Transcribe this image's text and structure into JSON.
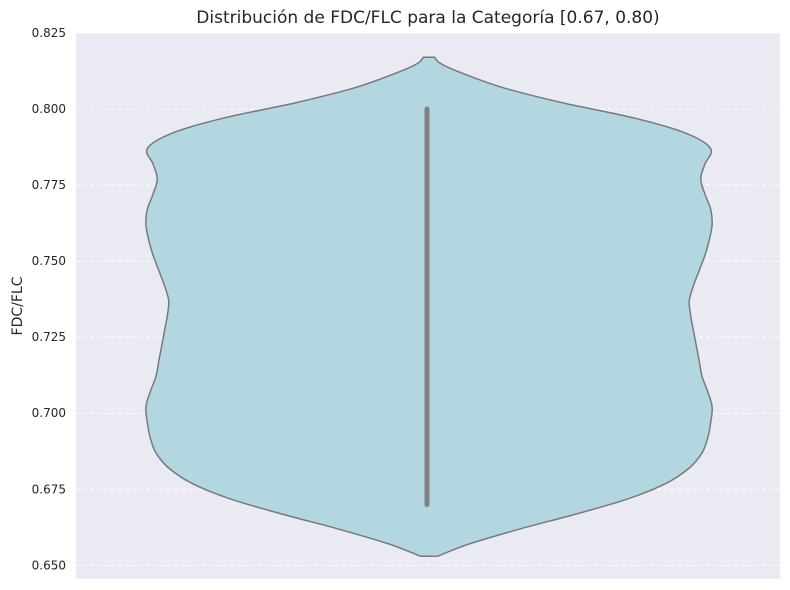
{
  "chart_data": {
    "type": "violin",
    "title": "Distribución de FDC/FLC para la Categoría [0.67, 0.80)",
    "xlabel": "",
    "ylabel": "FDC/FLC",
    "ylim": [
      0.6455,
      0.825
    ],
    "yticks": [
      "0.650",
      "0.675",
      "0.700",
      "0.725",
      "0.750",
      "0.775",
      "0.800",
      "0.825"
    ],
    "grid": true,
    "violin": {
      "data_min": 0.67,
      "data_max": 0.8,
      "kde_range": [
        0.653,
        0.817
      ],
      "density_profile": [
        {
          "y": 0.653,
          "w": 0.03
        },
        {
          "y": 0.657,
          "w": 0.14
        },
        {
          "y": 0.662,
          "w": 0.32
        },
        {
          "y": 0.667,
          "w": 0.52
        },
        {
          "y": 0.672,
          "w": 0.7
        },
        {
          "y": 0.677,
          "w": 0.83
        },
        {
          "y": 0.682,
          "w": 0.91
        },
        {
          "y": 0.687,
          "w": 0.955
        },
        {
          "y": 0.692,
          "w": 0.975
        },
        {
          "y": 0.697,
          "w": 0.985
        },
        {
          "y": 0.702,
          "w": 0.99
        },
        {
          "y": 0.707,
          "w": 0.975
        },
        {
          "y": 0.712,
          "w": 0.955
        },
        {
          "y": 0.717,
          "w": 0.945
        },
        {
          "y": 0.722,
          "w": 0.935
        },
        {
          "y": 0.727,
          "w": 0.925
        },
        {
          "y": 0.732,
          "w": 0.915
        },
        {
          "y": 0.737,
          "w": 0.91
        },
        {
          "y": 0.742,
          "w": 0.925
        },
        {
          "y": 0.747,
          "w": 0.945
        },
        {
          "y": 0.752,
          "w": 0.965
        },
        {
          "y": 0.757,
          "w": 0.98
        },
        {
          "y": 0.762,
          "w": 0.99
        },
        {
          "y": 0.767,
          "w": 0.985
        },
        {
          "y": 0.772,
          "w": 0.965
        },
        {
          "y": 0.777,
          "w": 0.95
        },
        {
          "y": 0.782,
          "w": 0.965
        },
        {
          "y": 0.787,
          "w": 0.985
        },
        {
          "y": 0.792,
          "w": 0.9
        },
        {
          "y": 0.797,
          "w": 0.72
        },
        {
          "y": 0.802,
          "w": 0.47
        },
        {
          "y": 0.807,
          "w": 0.26
        },
        {
          "y": 0.812,
          "w": 0.11
        },
        {
          "y": 0.815,
          "w": 0.04
        },
        {
          "y": 0.817,
          "w": 0.02
        }
      ]
    },
    "colors": {
      "fill": "#b3d7e1",
      "edge": "#797979",
      "box": "#808080",
      "background": "#eaeaf2",
      "grid": "#ffffff"
    }
  }
}
